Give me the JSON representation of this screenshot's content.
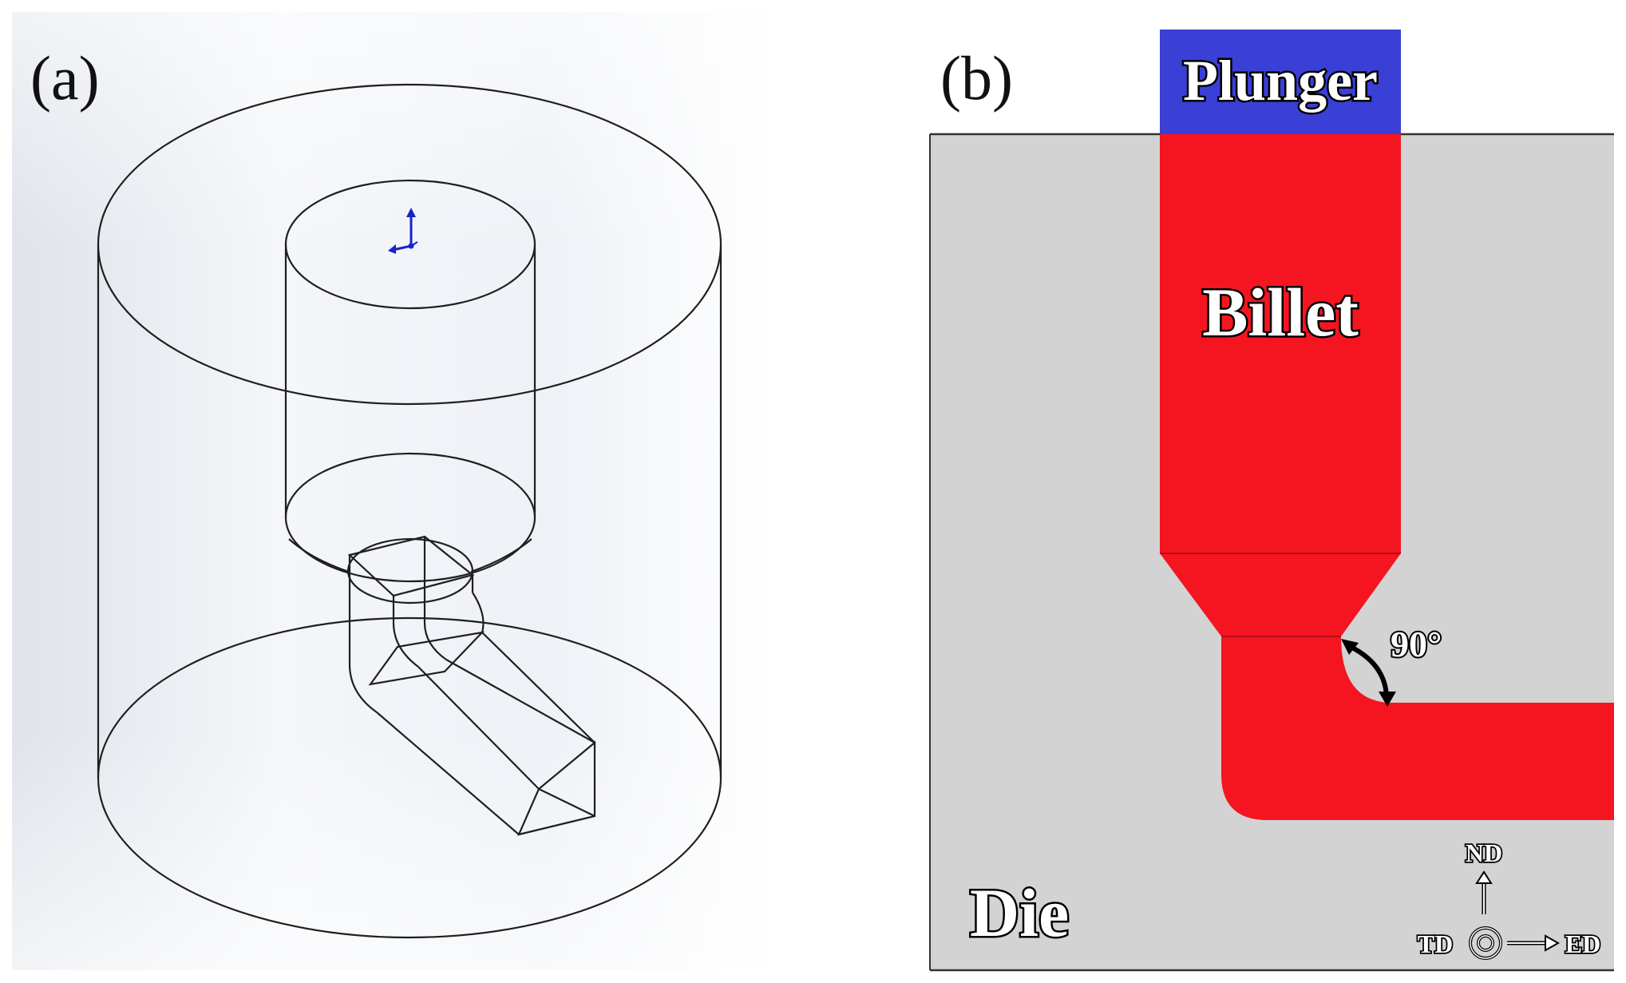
{
  "panel_a": {
    "label": "(a)"
  },
  "panel_b": {
    "label": "(b)",
    "plunger_label": "Plunger",
    "billet_label": "Billet",
    "die_label": "Die",
    "angle_label": "90°",
    "axes": {
      "nd": "ND",
      "td": "TD",
      "ed": "ED"
    }
  },
  "colors": {
    "plunger": "#3a3fd6",
    "billet": "#f41520",
    "die": "#d3d3d3",
    "die_outline": "#333333",
    "coord_triad": "#1a22c9"
  },
  "icons": {
    "coordinate_triad": "xyz-triad-icon",
    "angle_arrow": "curved-double-arrow-icon",
    "td_symbol": "out-of-plane-circle-icon",
    "nd_arrow": "up-arrow-icon",
    "ed_arrow": "right-arrow-icon"
  }
}
